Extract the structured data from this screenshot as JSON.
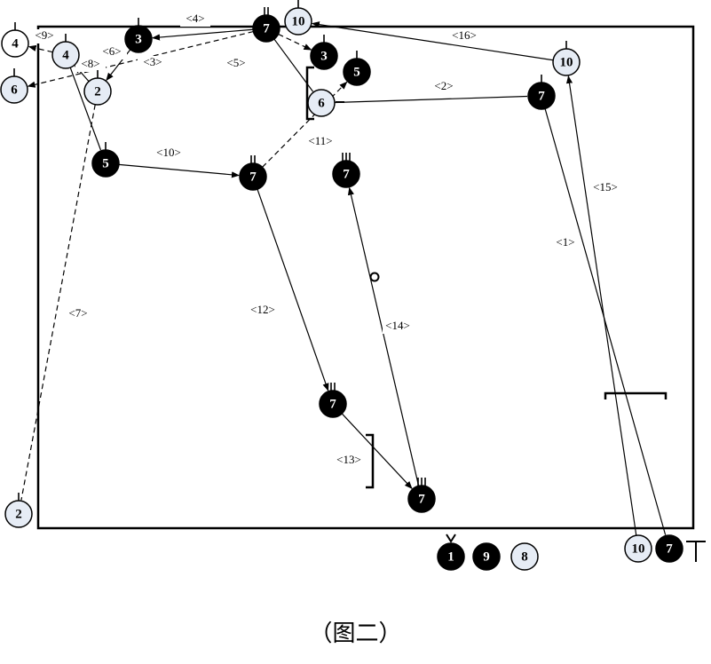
{
  "caption": "（图二）",
  "colors": {
    "dark": "#000000",
    "light": "#e6ecf5",
    "line": "#000000"
  },
  "nodes": [
    {
      "id": "n3a",
      "label": "3",
      "style": "dark",
      "marks": 1
    },
    {
      "id": "n7top",
      "label": "7",
      "style": "dark",
      "marks": 2
    },
    {
      "id": "n10top",
      "label": "10",
      "style": "light",
      "marks": 1
    },
    {
      "id": "n4out",
      "label": "4",
      "style": "white",
      "marks": 1
    },
    {
      "id": "n4in",
      "label": "4",
      "style": "light",
      "marks": 1
    },
    {
      "id": "n2a",
      "label": "2",
      "style": "light",
      "marks": 1
    },
    {
      "id": "n6out",
      "label": "6",
      "style": "light",
      "marks": 1
    },
    {
      "id": "n3b",
      "label": "3",
      "style": "dark",
      "marks": 1
    },
    {
      "id": "n5a",
      "label": "5",
      "style": "dark",
      "marks": 1
    },
    {
      "id": "n6mid",
      "label": "6",
      "style": "light",
      "marks": 0
    },
    {
      "id": "n10r",
      "label": "10",
      "style": "light",
      "marks": 1
    },
    {
      "id": "n7r",
      "label": "7",
      "style": "dark",
      "marks": 1
    },
    {
      "id": "n5b",
      "label": "5",
      "style": "dark",
      "marks": 1
    },
    {
      "id": "n7c1",
      "label": "7",
      "style": "dark",
      "marks": 2
    },
    {
      "id": "n7c2",
      "label": "7",
      "style": "dark",
      "marks": 3
    },
    {
      "id": "n7c3",
      "label": "7",
      "style": "dark",
      "marks": 2
    },
    {
      "id": "n7c4",
      "label": "7",
      "style": "dark",
      "marks": 3
    },
    {
      "id": "n2b",
      "label": "2",
      "style": "light",
      "marks": 1
    },
    {
      "id": "nb1",
      "label": "1",
      "style": "dark",
      "marks": 0
    },
    {
      "id": "nb9",
      "label": "9",
      "style": "dark",
      "marks": 0
    },
    {
      "id": "nb8",
      "label": "8",
      "style": "light",
      "marks": 0
    },
    {
      "id": "nb10",
      "label": "10",
      "style": "light",
      "marks": 0
    },
    {
      "id": "nb7",
      "label": "7",
      "style": "dark",
      "marks": 0
    }
  ],
  "edges": [
    {
      "label": "<1>",
      "from": "n7r",
      "to": "nb7",
      "dashed": false,
      "arrow": false
    },
    {
      "label": "<2>",
      "from": "n6mid",
      "to": "n7r",
      "dashed": false,
      "arrow": false
    },
    {
      "label": "<3>",
      "from": "n3a",
      "to": "n2a",
      "dashed": false,
      "arrow": true
    },
    {
      "label": "<4>",
      "from": "n7top",
      "to": "n3a",
      "dashed": false,
      "arrow": true
    },
    {
      "label": "<5>",
      "from": "n7top",
      "to": "n3b",
      "dashed": true,
      "arrow": true
    },
    {
      "label": "<6>",
      "from": "n7top",
      "to": "n6out",
      "dashed": true,
      "arrow": true
    },
    {
      "label": "<7>",
      "from": "n2a",
      "to": "n2b",
      "dashed": true,
      "arrow": false
    },
    {
      "label": "<8>",
      "from": "n2a",
      "to": "n4in",
      "dashed": false,
      "arrow": true
    },
    {
      "label": "<9>",
      "from": "n4in",
      "to": "n4out",
      "dashed": true,
      "arrow": true
    },
    {
      "label": "<10>",
      "from": "n5b",
      "to": "n7c1",
      "dashed": false,
      "arrow": true
    },
    {
      "label": "<11>",
      "from": "n7c1",
      "to": "n5a",
      "dashed": true,
      "arrow": true
    },
    {
      "label": "<12>",
      "from": "n7c1",
      "to": "n7c3",
      "dashed": false,
      "arrow": true
    },
    {
      "label": "<13>",
      "from": "n7c3",
      "to": "n7c4",
      "dashed": false,
      "arrow": true
    },
    {
      "label": "<14>",
      "from": "n7c4",
      "to": "n7c2",
      "dashed": false,
      "arrow": true
    },
    {
      "label": "<15>",
      "from": "nb10",
      "to": "n10r",
      "dashed": false,
      "arrow": true
    },
    {
      "label": "<16>",
      "from": "n10r",
      "to": "n10top",
      "dashed": false,
      "arrow": true
    }
  ],
  "extra": [
    {
      "from": "n4in",
      "to": "n5b"
    },
    {
      "from": "n7top",
      "to": "n6mid"
    }
  ]
}
